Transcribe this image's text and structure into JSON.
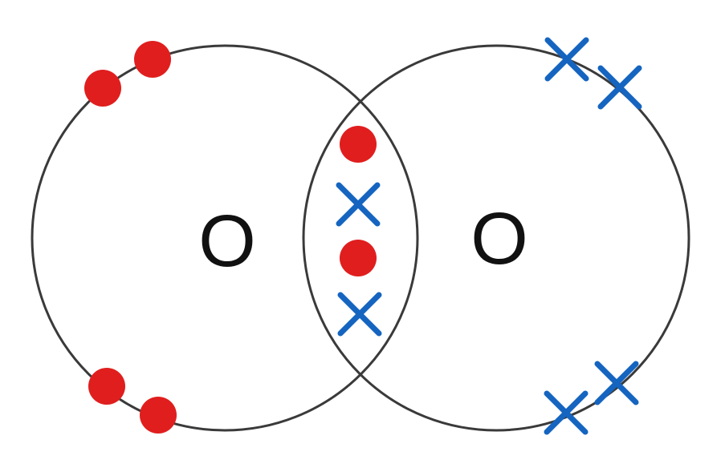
{
  "diagram": {
    "atoms": [
      {
        "symbol": "O"
      },
      {
        "symbol": "O"
      }
    ],
    "colors": {
      "shell": "#3a3a3a",
      "dot_electron": "#e01e1e",
      "cross_electron": "#1565c0",
      "symbol": "#111111"
    },
    "electron_markers": {
      "left_atom": "dot",
      "right_atom": "cross"
    }
  }
}
